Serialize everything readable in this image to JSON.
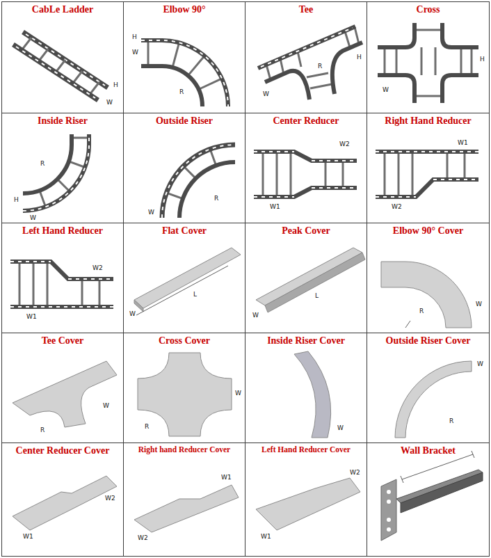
{
  "diagram": {
    "nodes": [
      {
        "text": [
          "CabLe Ladder"
        ]
      },
      {
        "text": [
          "Elbow 90°"
        ]
      },
      {
        "text": [
          "Tee"
        ]
      },
      {
        "text": [
          "Cross"
        ]
      },
      {
        "text": [
          "Inside Riser"
        ]
      },
      {
        "text": [
          "Outside Riser"
        ]
      },
      {
        "text": [
          "Center Reducer"
        ]
      },
      {
        "text": [
          "Right Hand Reducer"
        ]
      },
      {
        "text": [
          "Left Hand Reducer"
        ]
      },
      {
        "text": [
          "Flat Cover"
        ]
      },
      {
        "text": [
          "Peak Cover"
        ]
      },
      {
        "text": [
          "Elbow 90° Cover"
        ]
      },
      {
        "text": [
          "Tee Cover"
        ]
      },
      {
        "text": [
          "Cross Cover"
        ]
      },
      {
        "text": [
          "Inside Riser Cover"
        ]
      },
      {
        "text": [
          "Outside Riser Cover"
        ]
      },
      {
        "text": [
          "Center Reducer Cover"
        ]
      },
      {
        "text": [
          "Right hand Reducer Cover"
        ]
      },
      {
        "text": [
          "Left Hand Reducer Cover"
        ]
      },
      {
        "text": [
          "Wall Bracket"
        ]
      }
    ],
    "labels": [
      "H",
      "W",
      "H",
      "W",
      "R",
      "W",
      "H",
      "R",
      "H",
      "W",
      "R",
      "H",
      "W",
      "R",
      "W",
      "W2",
      "W1",
      "W1",
      "W2",
      "W2",
      "W1",
      "W",
      "L",
      "W",
      "L",
      "R",
      "W",
      "R",
      "W",
      "W",
      "R",
      "W",
      "R",
      "W",
      "W2",
      "W1",
      "W1",
      "W2",
      "W2",
      "W1"
    ]
  }
}
